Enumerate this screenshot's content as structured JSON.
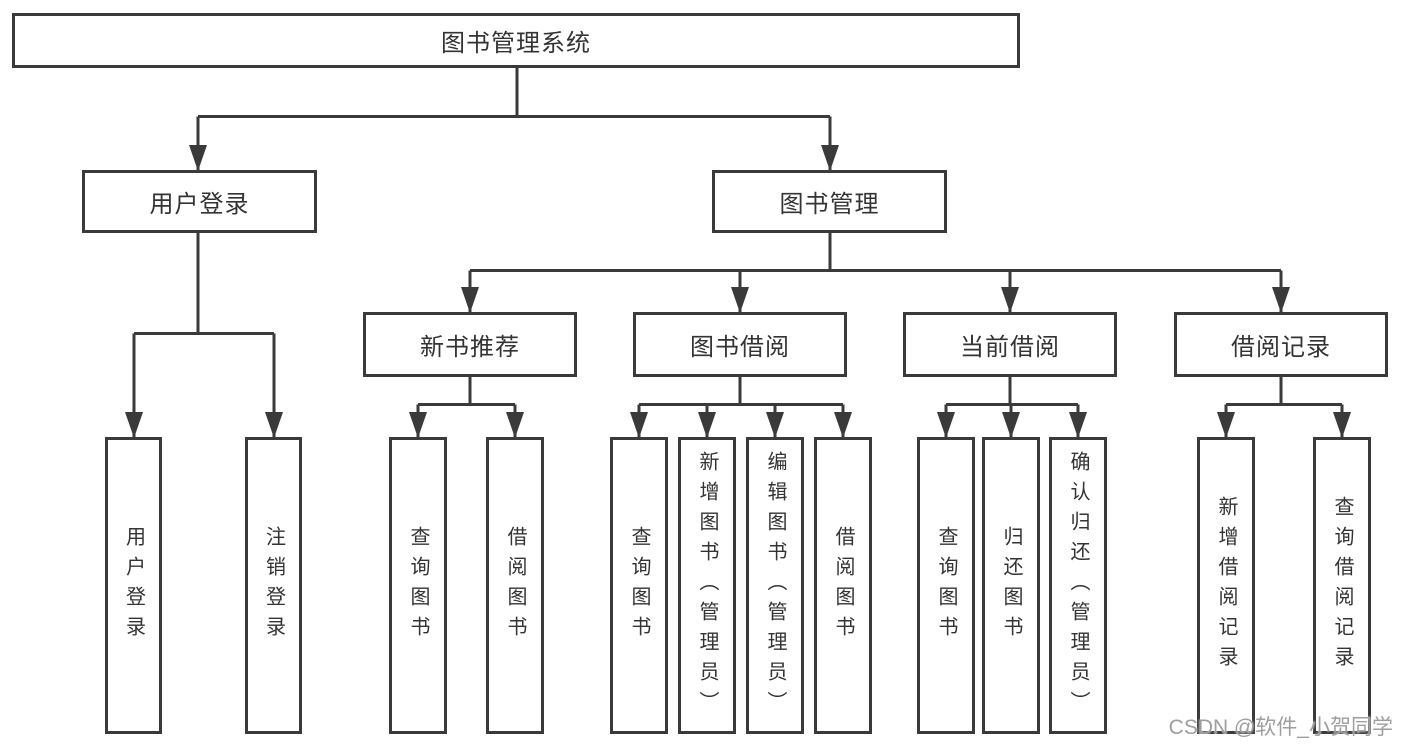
{
  "diagram": {
    "background": "#ffffff",
    "line_color": "#3a3a3a",
    "text_color": "#333333",
    "watermark_color": "#9e9e9e",
    "root": {
      "label": "图书管理系统"
    },
    "branches": [
      {
        "label": "用户登录",
        "leaves": [
          "用户登录",
          "注销登录"
        ]
      },
      {
        "label": "图书管理",
        "children": [
          {
            "label": "新书推荐",
            "leaves": [
              "查询图书",
              "借阅图书"
            ]
          },
          {
            "label": "图书借阅",
            "leaves": [
              "查询图书",
              "新增图书（管理员）",
              "编辑图书（管理员）",
              "借阅图书"
            ]
          },
          {
            "label": "当前借阅",
            "leaves": [
              "查询图书",
              "归还图书",
              "确认归还（管理员）"
            ]
          },
          {
            "label": "借阅记录",
            "leaves": [
              "新增借阅记录",
              "查询借阅记录"
            ]
          }
        ]
      }
    ],
    "watermark": "CSDN @软件_小贺同学"
  }
}
